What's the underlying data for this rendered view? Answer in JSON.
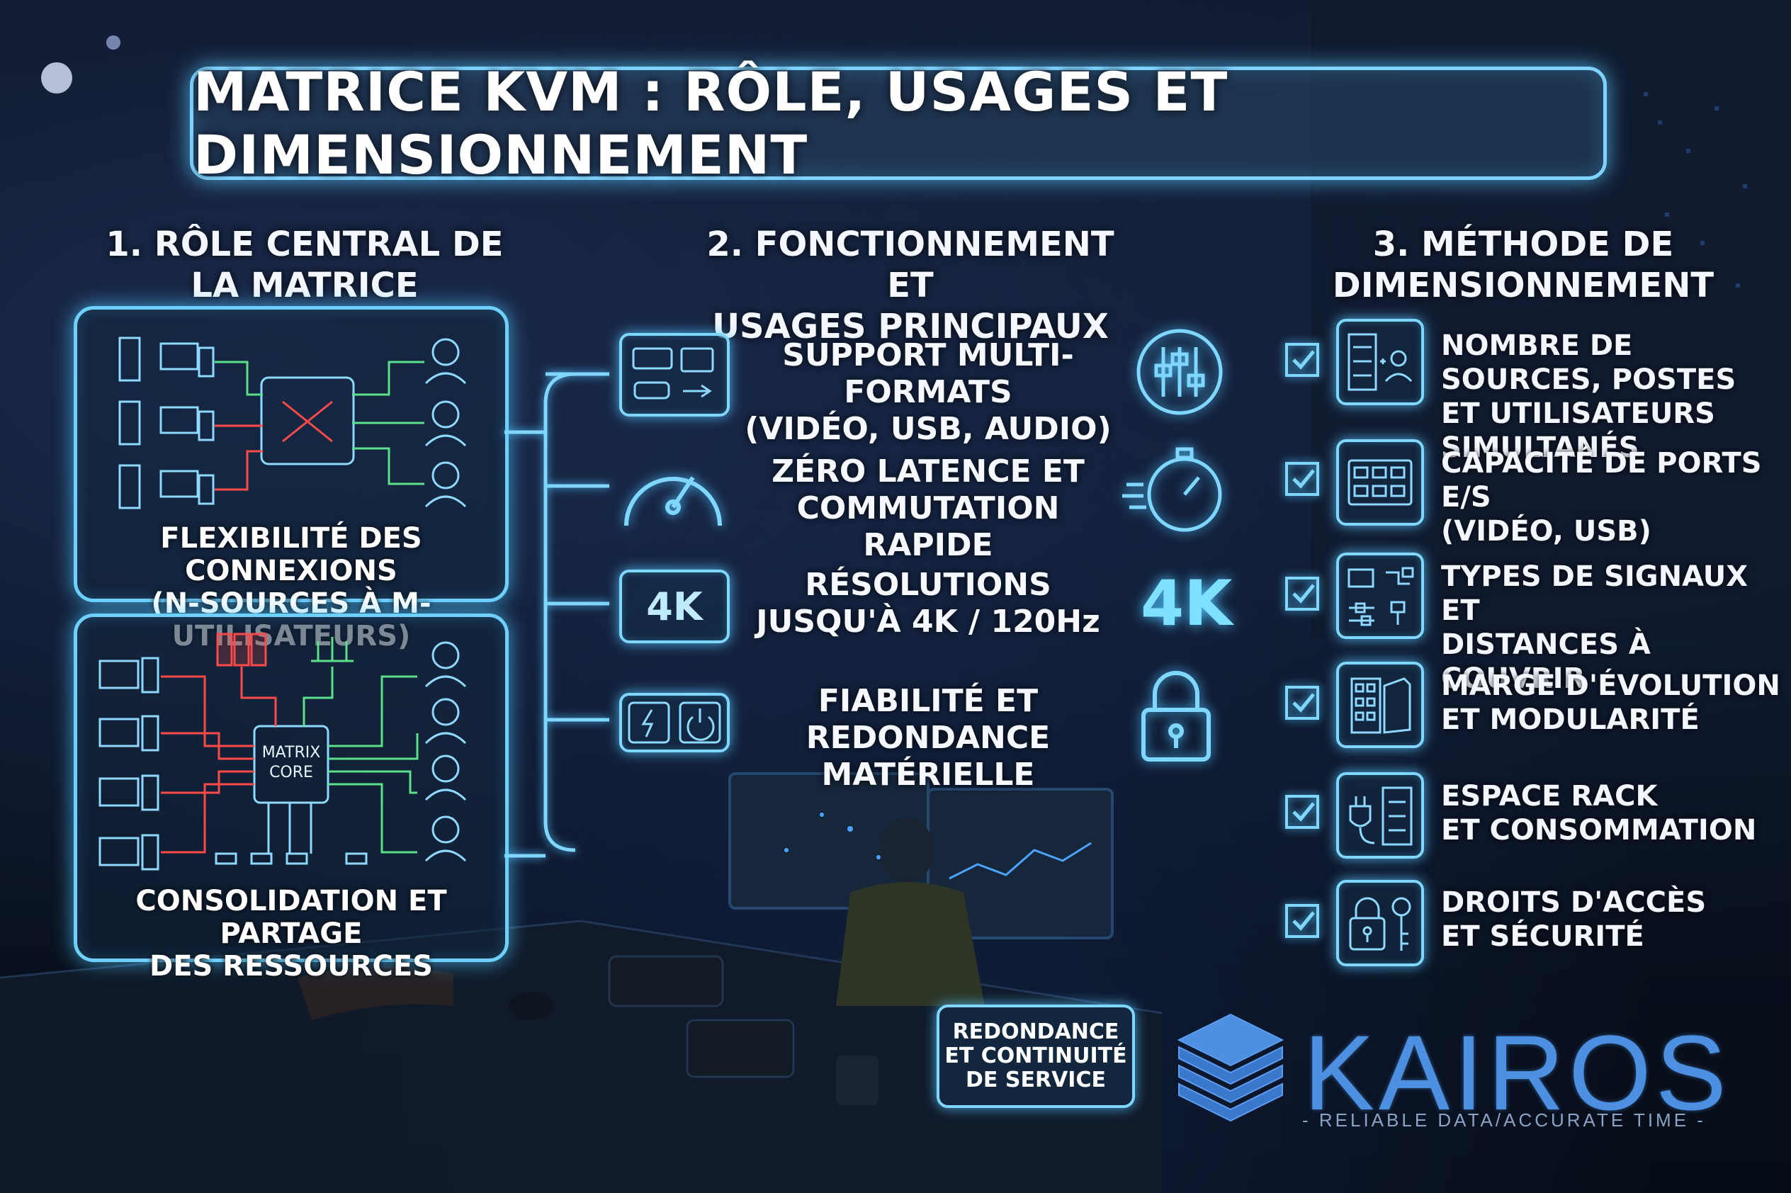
{
  "title": "MATRICE KVM : RÔLE, USAGES ET DIMENSIONNEMENT",
  "columns": {
    "role": {
      "line1": "1. RÔLE CENTRAL DE",
      "line2": "LA MATRICE"
    },
    "usages": {
      "line1": "2. FONCTIONNEMENT ET",
      "line2": "USAGES PRINCIPAUX"
    },
    "method": {
      "line1": "3. MÉTHODE DE",
      "line2": "DIMENSIONNEMENT"
    }
  },
  "panels": {
    "flex": {
      "line1": "FLEXIBILITÉ DES CONNEXIONS",
      "line2": "(N-SOURCES À M-UTILISATEURS)"
    },
    "consol": {
      "line1": "CONSOLIDATION ET PARTAGE",
      "line2": "DES RESSOURCES",
      "core_line1": "MATRIX",
      "core_line2": "CORE"
    }
  },
  "features": [
    {
      "line1": "SUPPORT MULTI-FORMATS",
      "line2": "(VIDÉO, USB, AUDIO)",
      "icon": "ports-icon",
      "side_icon": "sliders-icon"
    },
    {
      "line1": "ZÉRO LATENCE ET",
      "line2": "COMMUTATION RAPIDE",
      "icon": "speedometer-icon",
      "side_icon": "stopwatch-icon"
    },
    {
      "line1": "RÉSOLUTIONS",
      "line2": "JUSQU'À 4K / 120Hz",
      "icon_label": "4K",
      "side_label": "4K"
    },
    {
      "line1": "FIABILITÉ ET",
      "line2": "REDONDANCE MATÉRIELLE",
      "icon": "power-redundancy-icon",
      "side_icon": "padlock-icon"
    }
  ],
  "dimensioning": [
    {
      "line1": "NOMBRE DE SOURCES, POSTES",
      "line2": "ET UTILISATEURS SIMULTANÉS",
      "icon": "server-user-icon"
    },
    {
      "line1": "CAPACITÉ DE PORTS E/S",
      "line2": "(VIDÉO, USB)",
      "icon": "port-panel-icon"
    },
    {
      "line1": "TYPES DE SIGNAUX ET",
      "line2": "DISTANCES À COUVRIR",
      "icon": "signal-types-icon"
    },
    {
      "line1": "MARGE D'ÉVOLUTION",
      "line2": "ET MODULARITÉ",
      "icon": "modules-icon"
    },
    {
      "line1": "ESPACE RACK",
      "line2": "ET CONSOMMATION",
      "icon": "plug-rack-icon"
    },
    {
      "line1": "DROITS D'ACCÈS",
      "line2": "ET SÉCURITÉ",
      "icon": "lock-key-icon"
    }
  ],
  "redundancy_badge": {
    "line1": "REDONDANCE",
    "line2": "ET CONTINUITÉ",
    "line3": "DE SERVICE"
  },
  "logo": {
    "name": "KAIROS",
    "tagline": "- RELIABLE DATA/ACCURATE TIME -"
  },
  "colors": {
    "glow": "#6fd0ff",
    "red": "#ff4a4a",
    "green": "#5be08a",
    "logo_blue": "#4d8fe0"
  }
}
